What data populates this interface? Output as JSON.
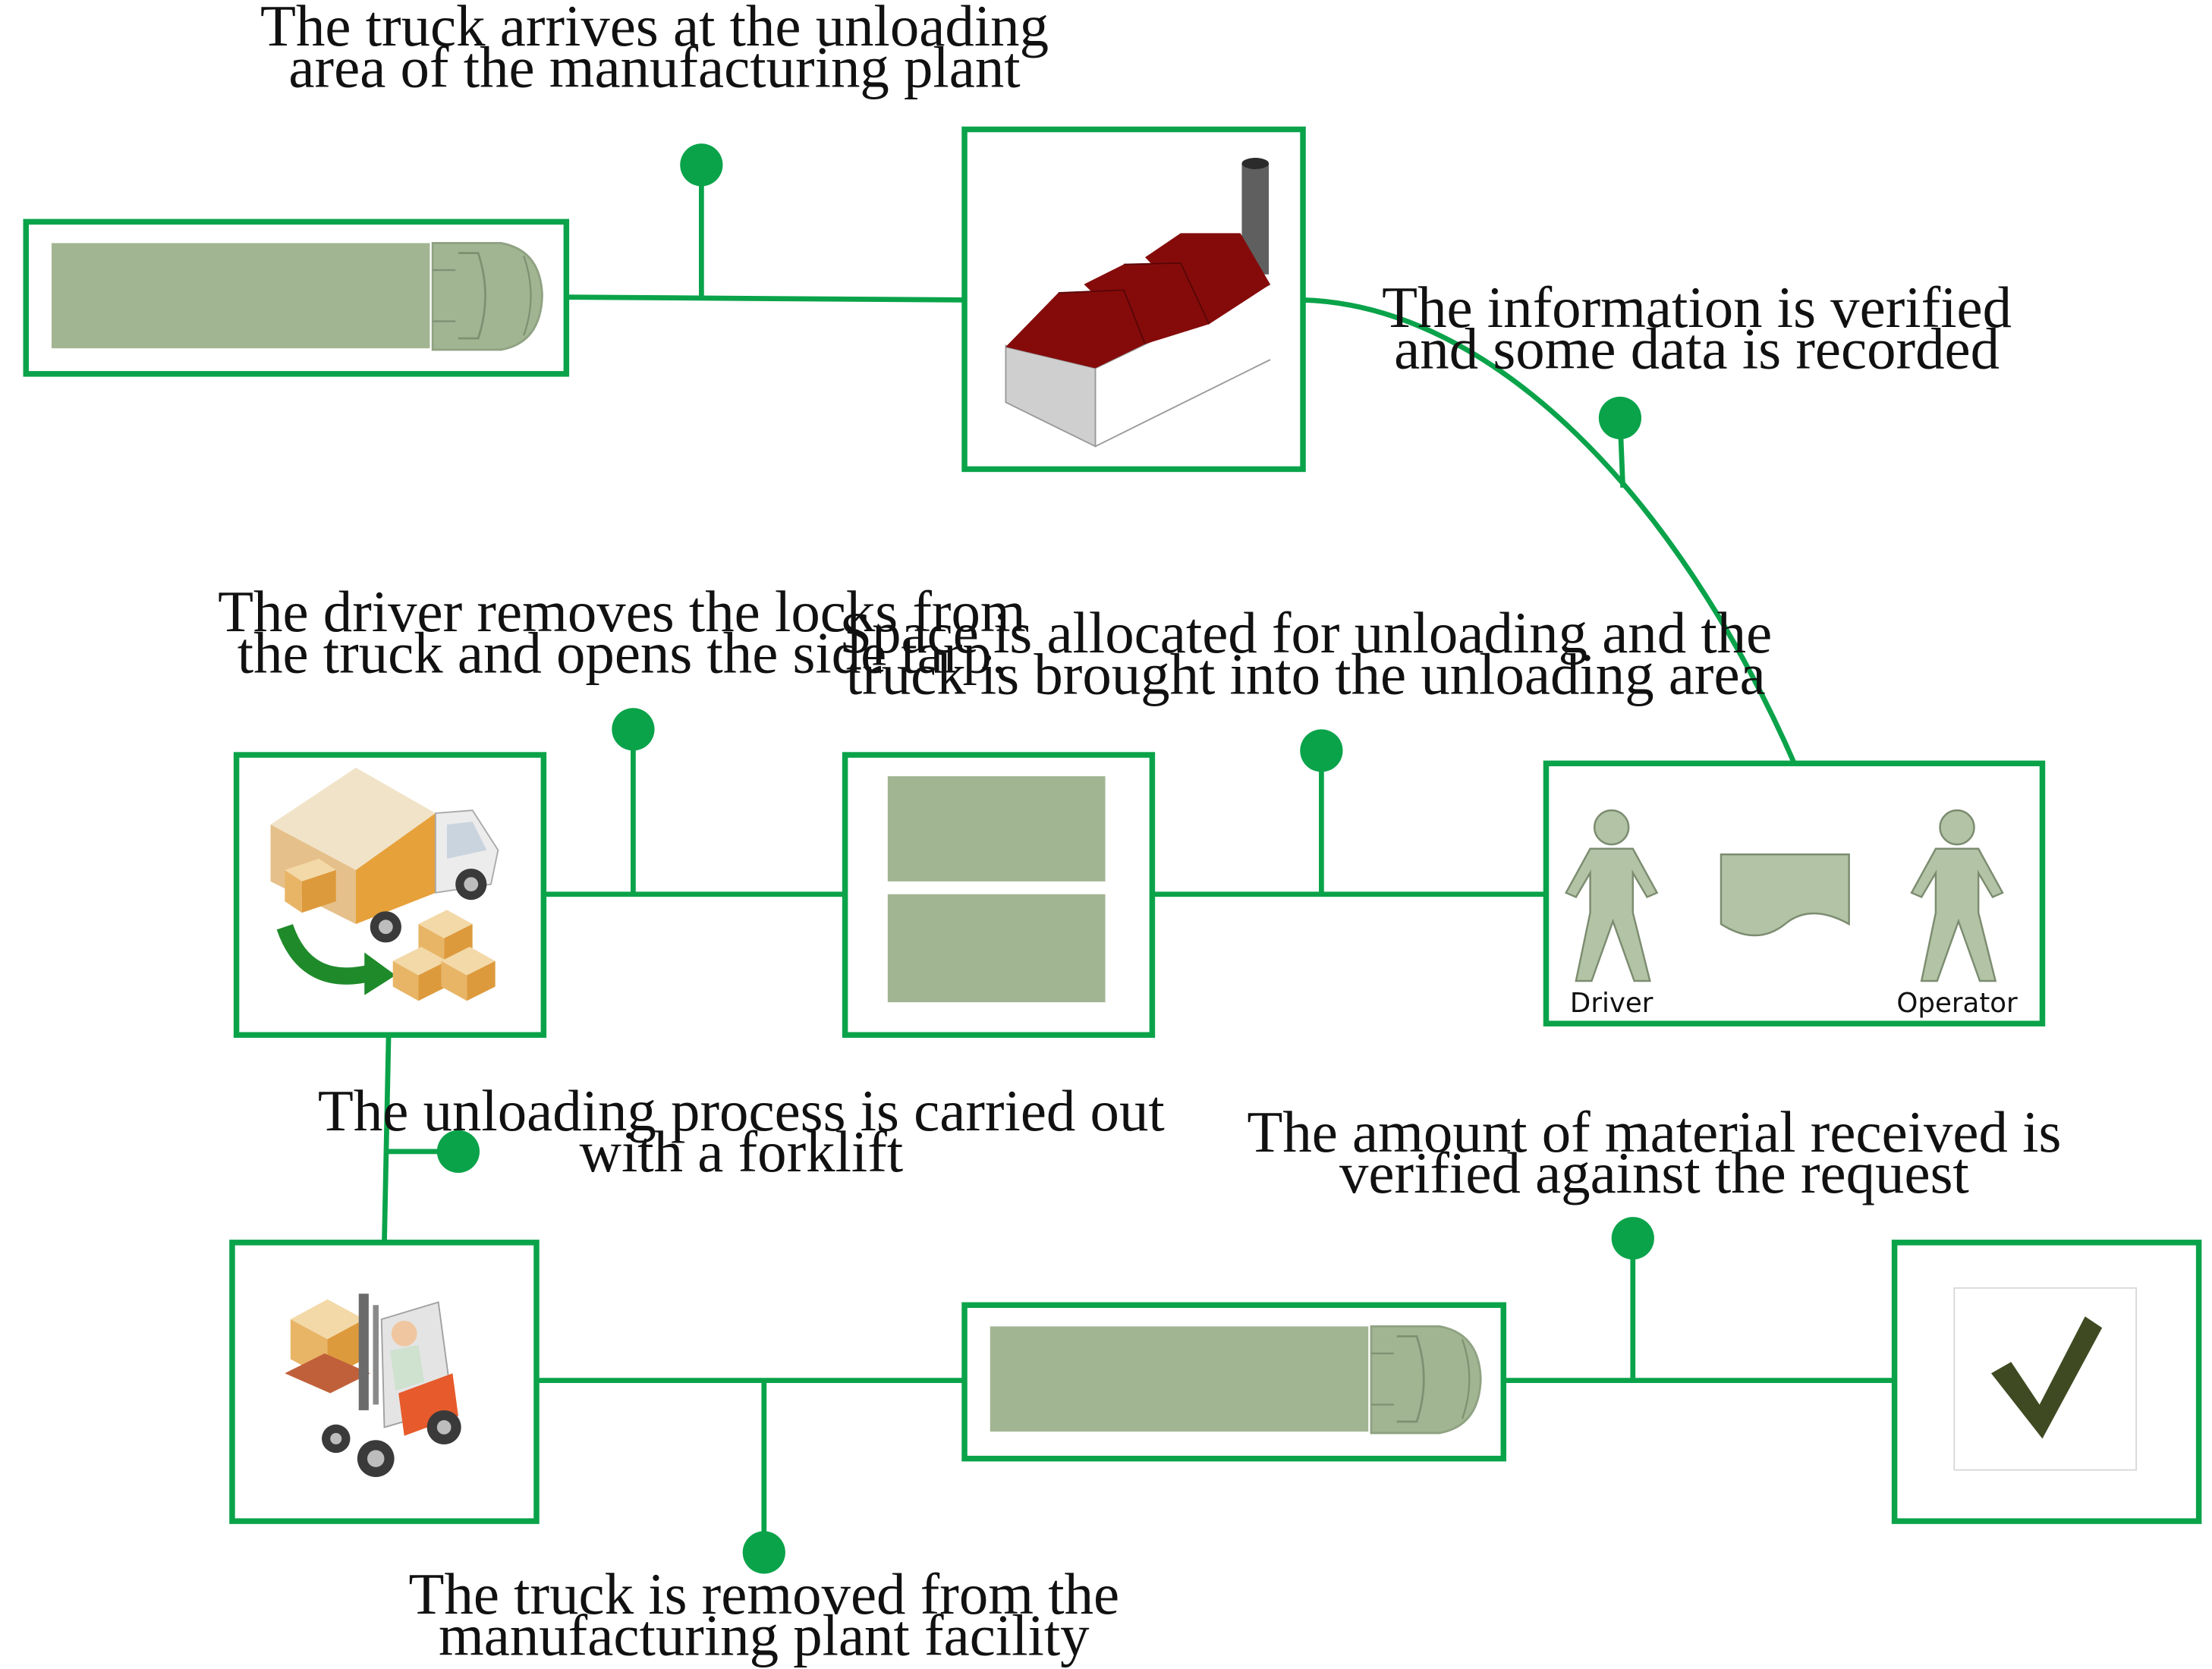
{
  "colors": {
    "accent_green": "#0aa34a",
    "box_border": "#0aa34a",
    "truck_fill": "#a2b593",
    "truck_stroke": "#8fa282",
    "roof_red": "#850b0b",
    "wall_gray": "#d0d0d0",
    "chimney_gray": "#5f5f5f",
    "check_dark": "#3f4a22",
    "person_fill": "#b3c3a5",
    "box_orange": "#e6a13a"
  },
  "steps": {
    "arrival": {
      "line1": "The truck arrives at the unloading",
      "line2": "area of the manufacturing plant"
    },
    "verify_info": {
      "line1": "The information is verified",
      "line2": "and some data is recorded"
    },
    "allocate_space": {
      "line1": "Space is allocated for unloading and the",
      "line2": "truck is brought into the unloading area"
    },
    "remove_locks": {
      "line1": "The driver removes the locks from",
      "line2": "the truck and opens the side tarp."
    },
    "unload_forklift": {
      "line1": "The unloading process is carried out",
      "line2": "with a forklift"
    },
    "verify_amount": {
      "line1": "The amount of material received is",
      "line2": "verified against the request"
    },
    "truck_removed": {
      "line1": "The truck is removed from the",
      "line2": "manufacturing plant facility"
    }
  },
  "nodes": {
    "verification_box": {
      "driver_label": "Driver",
      "operator_label": "Operator"
    }
  },
  "icons": [
    "truck-top-view-icon",
    "factory-icon",
    "driver-person-icon",
    "document-icon",
    "operator-person-icon",
    "unloading-bays-icon",
    "delivery-truck-boxes-icon",
    "forklift-icon",
    "checkmark-icon"
  ]
}
